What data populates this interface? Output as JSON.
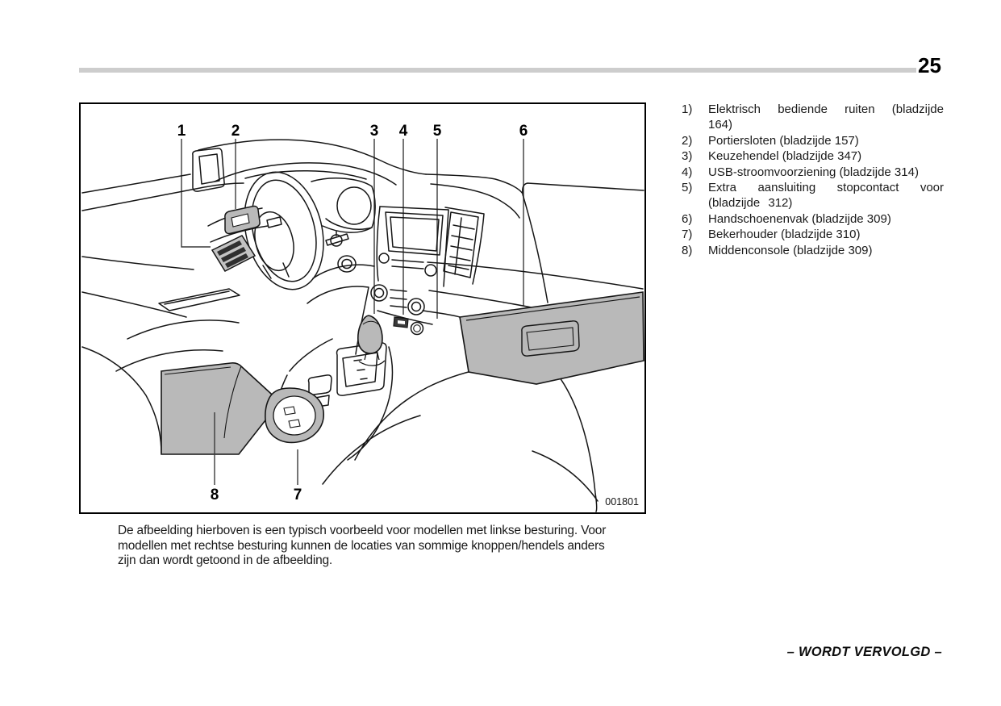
{
  "page": {
    "number": "25",
    "footer": "– WORDT VERVOLGD –"
  },
  "figure": {
    "code": "001801",
    "callouts": [
      "1",
      "2",
      "3",
      "4",
      "5",
      "6",
      "7",
      "8"
    ],
    "caption_lines": [
      "De afbeelding hierboven is een typisch voorbeeld voor modellen met linkse besturing. Voor",
      "modellen met rechtse besturing kunnen de locaties van sommige knoppen/hendels anders",
      "zijn dan wordt getoond in de afbeelding."
    ]
  },
  "legend": {
    "items": [
      {
        "num": "1)",
        "label": "Elektrisch bediende ruiten (bladzijde 164)"
      },
      {
        "num": "2)",
        "label": "Portiersloten (bladzijde 157)"
      },
      {
        "num": "3)",
        "label": "Keuzehendel (bladzijde 347)"
      },
      {
        "num": "4)",
        "label": "USB-stroomvoorziening (bladzijde 314)"
      },
      {
        "num": "5)",
        "label": "Extra aansluiting stopcontact voor (bladzijde 312)"
      },
      {
        "num": "6)",
        "label": "Handschoenenvak (bladzijde 309)"
      },
      {
        "num": "7)",
        "label": "Bekerhouder (bladzijde 310)"
      },
      {
        "num": "8)",
        "label": "Middenconsole (bladzijde 309)"
      }
    ]
  },
  "colors": {
    "shade_gray": "#b9b9b9",
    "rule_gray": "#cdcdcd",
    "line_black": "#161616"
  }
}
